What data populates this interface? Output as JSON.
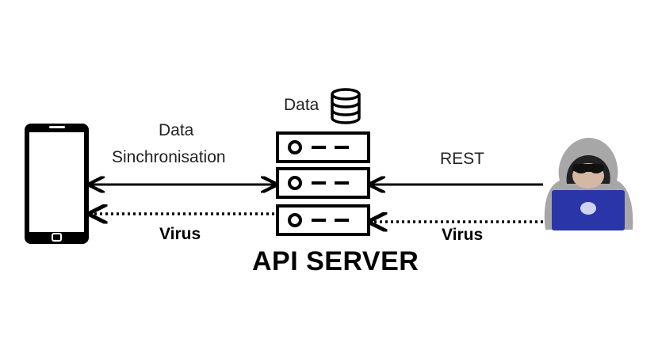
{
  "server": {
    "title": "API SERVER",
    "data_label": "Data"
  },
  "left_link": {
    "line1": "Data",
    "line2": "Sinchronisation",
    "virus_label": "Virus"
  },
  "right_link": {
    "label": "REST",
    "virus_label": "Virus"
  },
  "icons": {
    "phone": "smartphone-icon",
    "server": "server-rack-icon",
    "database": "database-icon",
    "hacker": "hacker-icon"
  },
  "colors": {
    "laptop": "#2a36a8",
    "hood": "#a7a7a7",
    "skin": "#d5b8a3"
  }
}
